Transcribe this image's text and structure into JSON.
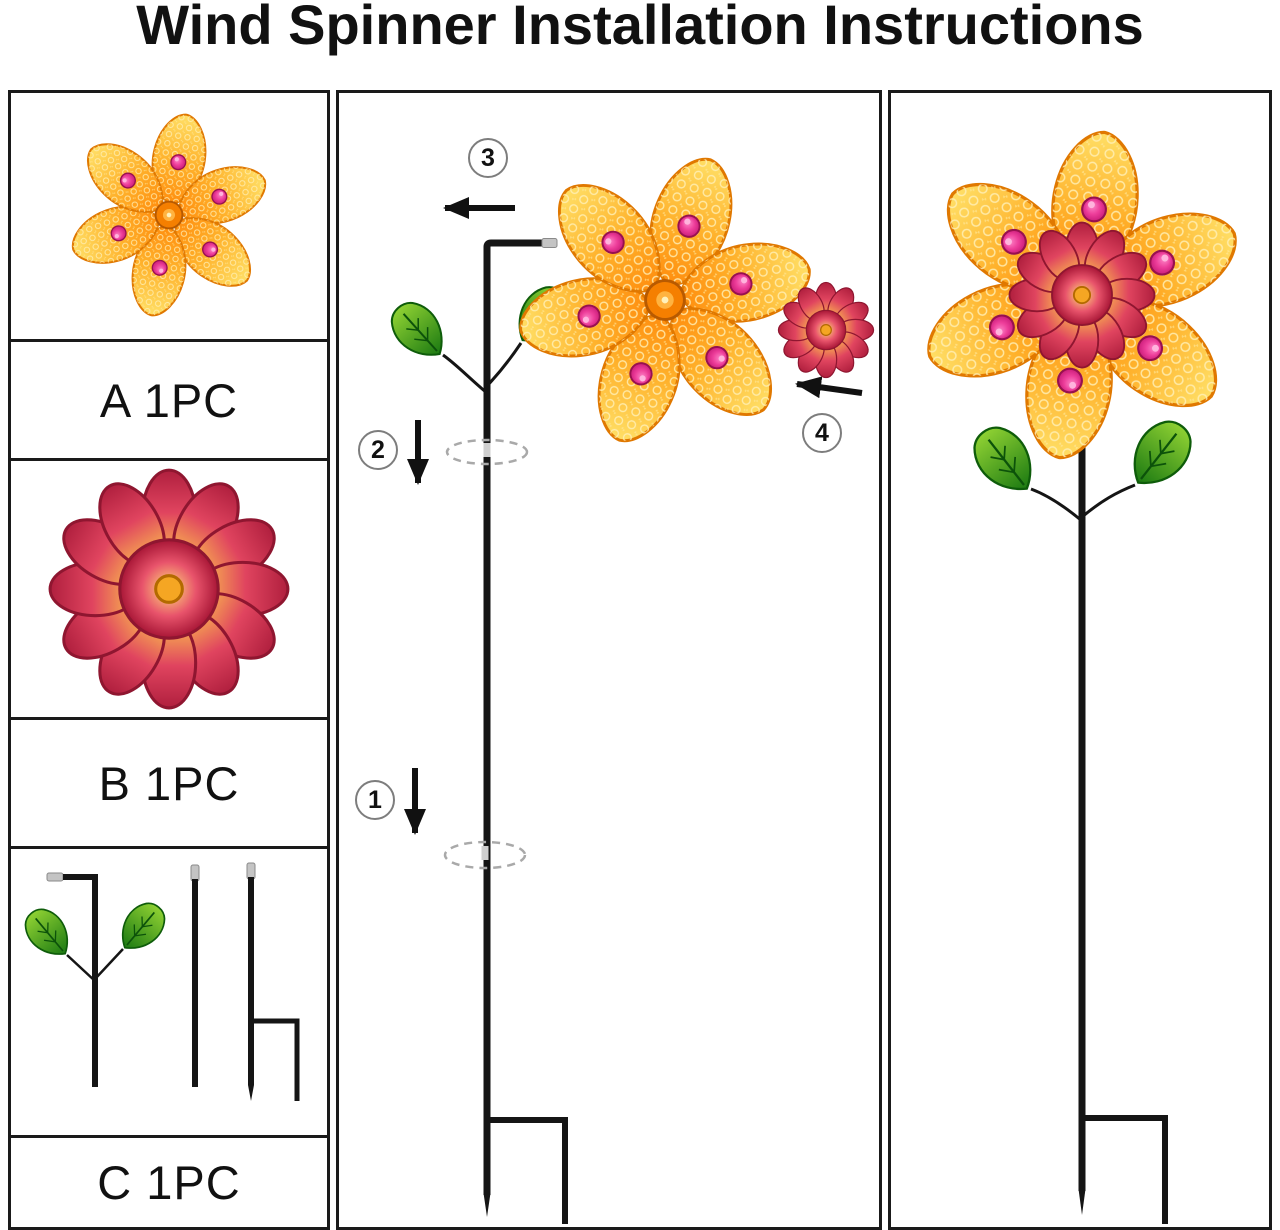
{
  "title": "Wind Spinner Installation Instructions",
  "parts": [
    {
      "name": "flower-spinner",
      "label": "A 1PC"
    },
    {
      "name": "flower-cap",
      "label": "B 1PC"
    },
    {
      "name": "stake-and-leaves",
      "label": "C 1PC"
    }
  ],
  "steps": [
    {
      "number": "1"
    },
    {
      "number": "2"
    },
    {
      "number": "3"
    },
    {
      "number": "4"
    }
  ],
  "colors": {
    "petal_orange": "#ff8d0e",
    "petal_yellow": "#ffdf66",
    "gem_pink": "#e0338c",
    "cap_red": "#b01f3e",
    "leaf_green": "#2e8b1f",
    "pole_black": "#151515",
    "border_black": "#1a1a1a"
  }
}
